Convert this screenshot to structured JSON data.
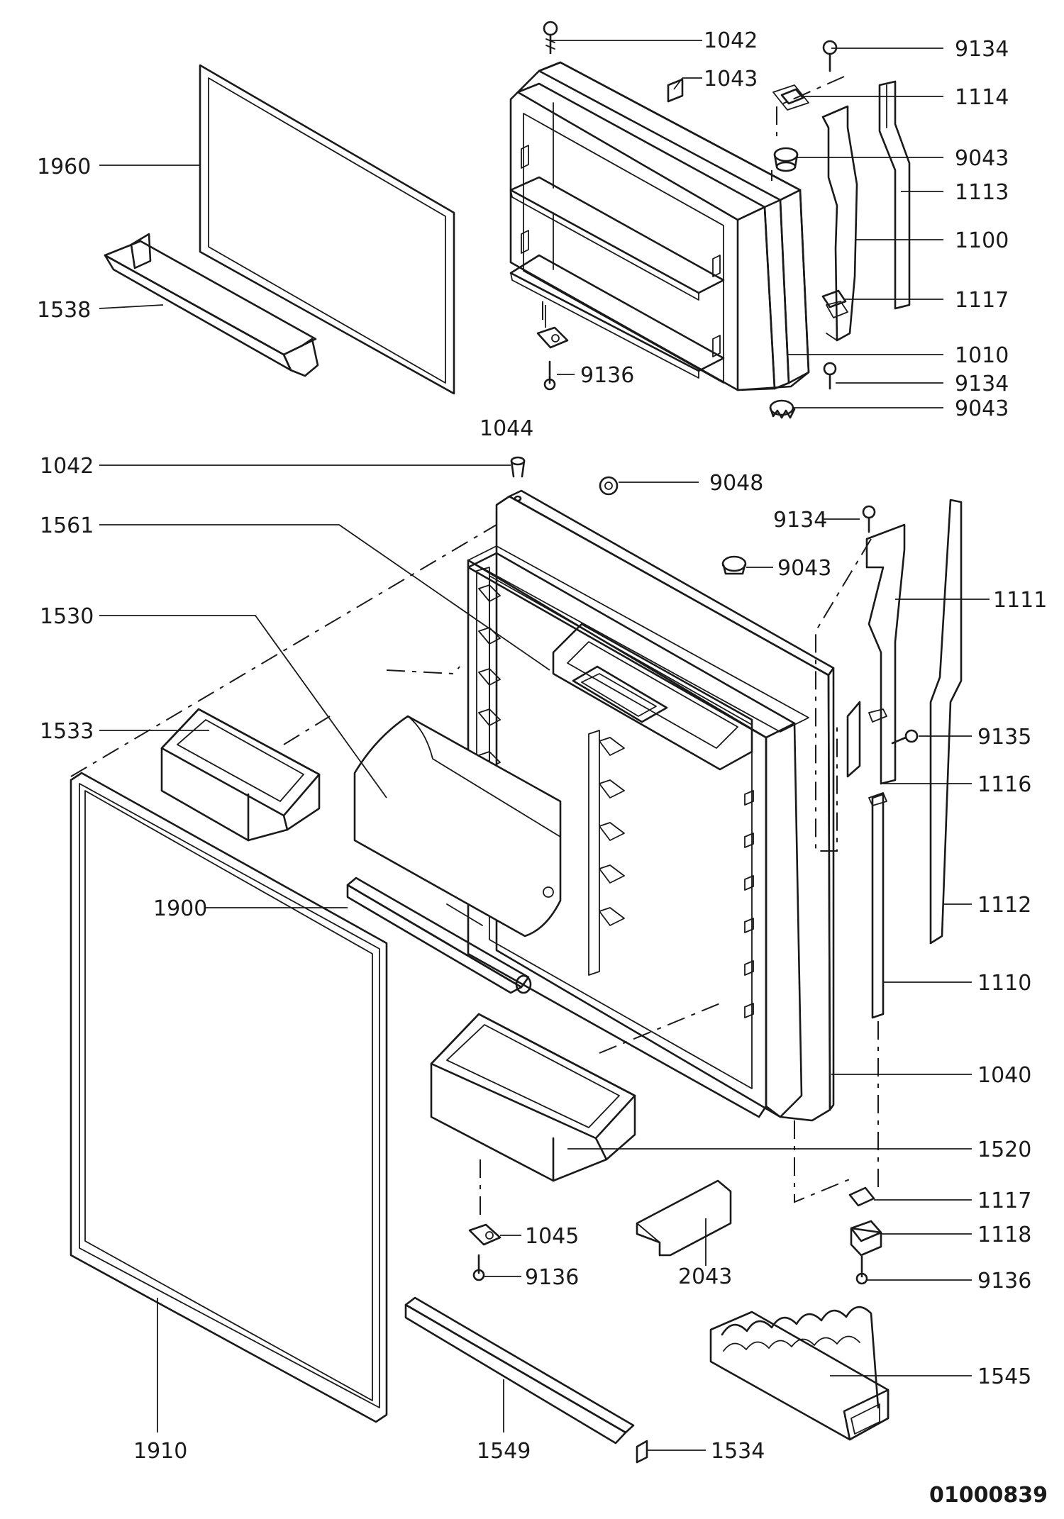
{
  "doc_code": "01000839",
  "labels": {
    "l1042a": "1042",
    "l1043": "1043",
    "l9134a": "9134",
    "l1114": "1114",
    "l1960": "1960",
    "l9043a": "9043",
    "l1113": "1113",
    "l1100": "1100",
    "l1538": "1538",
    "l1117a": "1117",
    "l1010": "1010",
    "l9136a": "9136",
    "l9134b": "9134",
    "l1044": "1044",
    "l9043b": "9043",
    "l1042b": "1042",
    "l9048": "9048",
    "l1561": "1561",
    "l9134c": "9134",
    "l9043c": "9043",
    "l1530": "1530",
    "l1111": "1111",
    "l1533": "1533",
    "l9135": "9135",
    "l1116": "1116",
    "l1900": "1900",
    "l1112": "1112",
    "l1110": "1110",
    "l1040": "1040",
    "l1520": "1520",
    "l1117b": "1117",
    "l1045": "1045",
    "l1118": "1118",
    "l9136b": "9136",
    "l2043": "2043",
    "l9136c": "9136",
    "l1545": "1545",
    "l1910": "1910",
    "l1549": "1549",
    "l1534": "1534"
  }
}
